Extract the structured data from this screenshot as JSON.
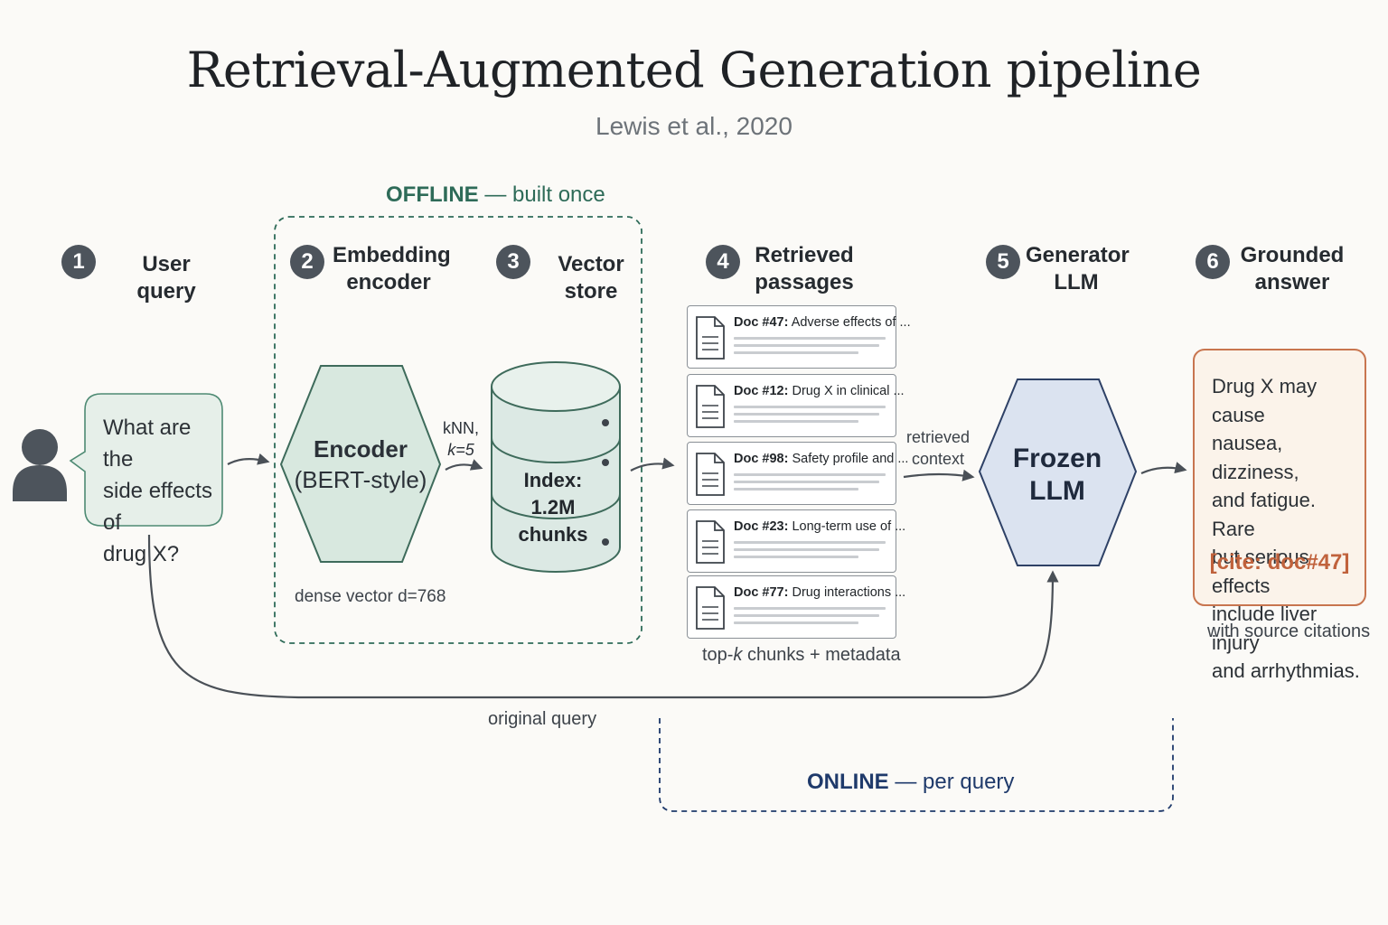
{
  "title": "Retrieval-Augmented Generation pipeline",
  "subtitle": "Lewis et al., 2020",
  "phases": {
    "offline_label": "OFFLINE",
    "offline_desc": "— built once",
    "online_label": "ONLINE",
    "online_desc": "— per query"
  },
  "steps": [
    {
      "num": "1",
      "label": "User query"
    },
    {
      "num": "2",
      "label": "Embedding\nencoder"
    },
    {
      "num": "3",
      "label": "Vector store"
    },
    {
      "num": "4",
      "label": "Retrieved\npassages"
    },
    {
      "num": "5",
      "label": "Generator\nLLM"
    },
    {
      "num": "6",
      "label": "Grounded\nanswer"
    }
  ],
  "query_bubble": "What are the\nside effects of\ndrug X?",
  "encoder": {
    "line1": "Encoder",
    "line2": "(BERT-style)",
    "note": "dense vector d=768"
  },
  "knn": {
    "line1": "kNN,",
    "line2": "k=5"
  },
  "vector_store": {
    "line1": "Index:",
    "line2": "1.2M chunks"
  },
  "docs": [
    {
      "id": "Doc #47:",
      "text": "Adverse effects of ..."
    },
    {
      "id": "Doc #12:",
      "text": "Drug X in clinical ..."
    },
    {
      "id": "Doc #98:",
      "text": "Safety profile and ..."
    },
    {
      "id": "Doc #23:",
      "text": "Long-term use of ..."
    },
    {
      "id": "Doc #77:",
      "text": "Drug interactions ..."
    }
  ],
  "docs_note": {
    "prefix": "top-",
    "k": "k",
    "suffix": " chunks + metadata"
  },
  "retrieved_context": {
    "line1": "retrieved",
    "line2": "context"
  },
  "llm": {
    "line1": "Frozen",
    "line2": "LLM"
  },
  "answer": {
    "text": "Drug X may cause\nnausea, dizziness,\nand fatigue. Rare\nbut serious effects\ninclude liver injury\nand arrhythmias.",
    "cite": "[cite: doc#47]",
    "note": "with source citations"
  },
  "original_query": "original query",
  "colors": {
    "offline_accent": "#2e6b58",
    "online_accent": "#1f3a6b",
    "encoder_fill": "#d8e8df",
    "store_fill": "#dce9e4",
    "llm_fill": "#dbe3f0",
    "answer_border": "#c8754f",
    "answer_fill": "#fbf3ea",
    "cite": "#c0623c",
    "step_badge": "#4d545c"
  }
}
